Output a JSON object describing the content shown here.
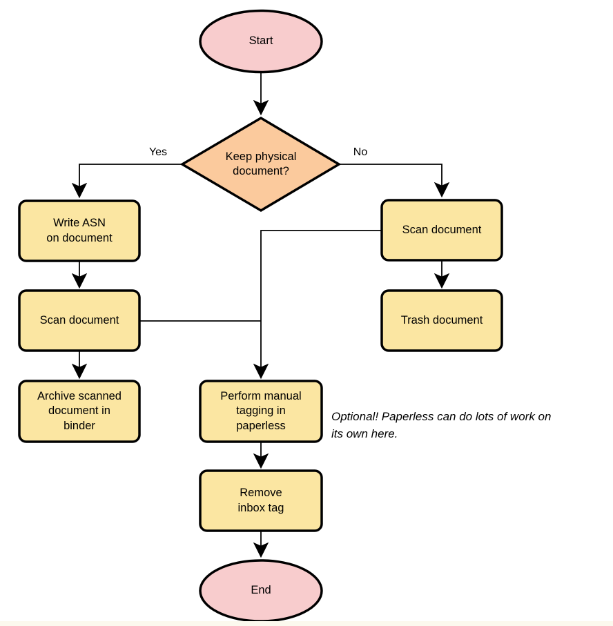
{
  "colors": {
    "background": "#ffffff",
    "terminal_fill": "#F8CCCD",
    "decision_fill": "#FBCA9D",
    "process_fill": "#FBE6A2",
    "stroke": "#000000"
  },
  "nodes": {
    "start": {
      "type": "terminal",
      "label": "Start"
    },
    "decision": {
      "type": "decision",
      "label": "Keep physical\ndocument?"
    },
    "write_asn": {
      "type": "process",
      "label": "Write ASN\non document"
    },
    "scan_left": {
      "type": "process",
      "label": "Scan document"
    },
    "archive": {
      "type": "process",
      "label": "Archive scanned\ndocument in\nbinder"
    },
    "scan_right": {
      "type": "process",
      "label": "Scan document"
    },
    "trash": {
      "type": "process",
      "label": "Trash document"
    },
    "tagging": {
      "type": "process",
      "label": "Perform manual\ntagging in\npaperless"
    },
    "remove_inbox": {
      "type": "process",
      "label": "Remove\ninbox tag"
    },
    "end": {
      "type": "terminal",
      "label": "End"
    }
  },
  "edge_labels": {
    "yes": "Yes",
    "no": "No"
  },
  "annotation": {
    "text": "Optional! Paperless can do lots of work on\nits own here."
  }
}
